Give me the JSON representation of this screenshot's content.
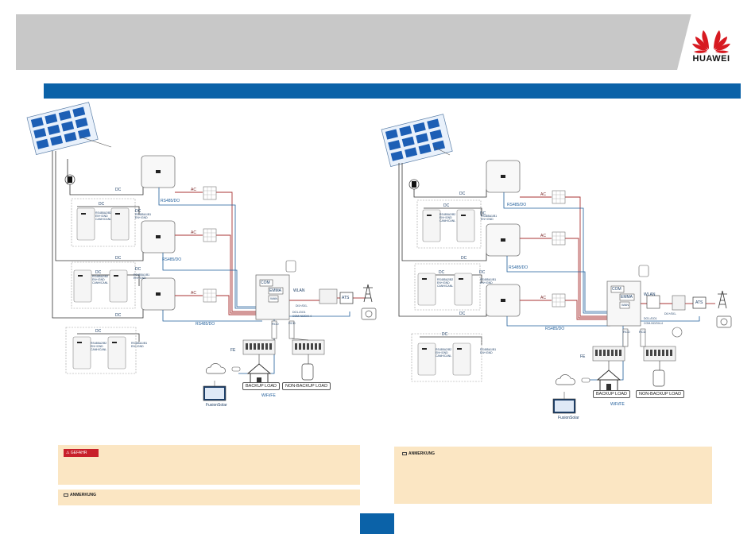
{
  "brand": {
    "name": "HUAWEI",
    "color": "#d71920"
  },
  "colors": {
    "header_bg": "#c8c8c8",
    "title_bar": "#0b62a8",
    "ac_line": "#a33",
    "rs485_line": "#1f5d9a",
    "note_bg": "#fbe6c3",
    "danger": "#c8202a"
  },
  "left_diagram": {
    "dc_labels": [
      "DC",
      "DC",
      "DC",
      "DC",
      "DC",
      "DC",
      "DC",
      "DC"
    ],
    "ac_labels": [
      "AC",
      "AC",
      "AC"
    ],
    "rs485_labels": [
      "RS485/DO",
      "RS485/DO",
      "RS485/DO"
    ],
    "battery_texts": [
      "RS485A2/B2\nEN+/GND\nCANH/CANL",
      "RS485A1/B1\nEN+/GND",
      "RS485A2/B2\nEN+/GND\nCANH/CANL",
      "RS485A1/B1\nEN+/GND",
      "RS485A2/B2\nEN+/GND\nCANH/CANL",
      "RS485A1/B1\nEN+/GND"
    ],
    "com": "COM",
    "emma": "EMMA",
    "wan": "WAN",
    "wlan": "WLAN",
    "ats": "ATS",
    "di_lines": [
      "DI1+/DI1-",
      "DO1-/DO1",
      "COM-NC/DI4-4"
    ],
    "rcd": [
      "RCD",
      "RCD"
    ],
    "fe": "FE",
    "backup_load": "BACKUP LOAD",
    "non_backup_load": "NON-BACKUP LOAD",
    "wifi": "WiFi/FE",
    "fusion": "FusionSolar"
  },
  "right_diagram": {
    "dc_labels": [
      "DC",
      "DC",
      "DC",
      "DC",
      "DC",
      "DC",
      "DC",
      "DC"
    ],
    "ac_labels": [
      "AC",
      "AC",
      "AC"
    ],
    "rs485_labels": [
      "RS485/DO",
      "RS485/DO",
      "RS485/DO"
    ],
    "battery_texts": [
      "RS485A2/B2\nEN+/GND\nCANH/CANL",
      "RS485A1/B1\nEN+/GND",
      "RS485A2/B2\nEN+/GND\nCANH/CANL",
      "RS485A1/B1\nEN+/GND",
      "RS485A2/B2\nEN+/GND\nCANH/CANL",
      "RS485A1/B1\nEN+/GND"
    ],
    "com": "COM",
    "emma": "EMMA",
    "wan": "WAN",
    "wlan": "WLAN",
    "ats": "ATS",
    "di_lines": [
      "DI1+/DI1-",
      "DO1-/DO1",
      "COM-NC/DI4-4"
    ],
    "rcd": [
      "RCD",
      "RCD"
    ],
    "fe": "FE",
    "backup_load": "BACKUP LOAD",
    "non_backup_load": "NON-BACKUP LOAD",
    "wifi": "WiFi/FE",
    "fusion": "FusionSolar"
  },
  "notes": {
    "danger_label": "GEFAHR",
    "left_note_label": "ANMERKUNG",
    "right_note_label": "ANMERKUNG"
  }
}
